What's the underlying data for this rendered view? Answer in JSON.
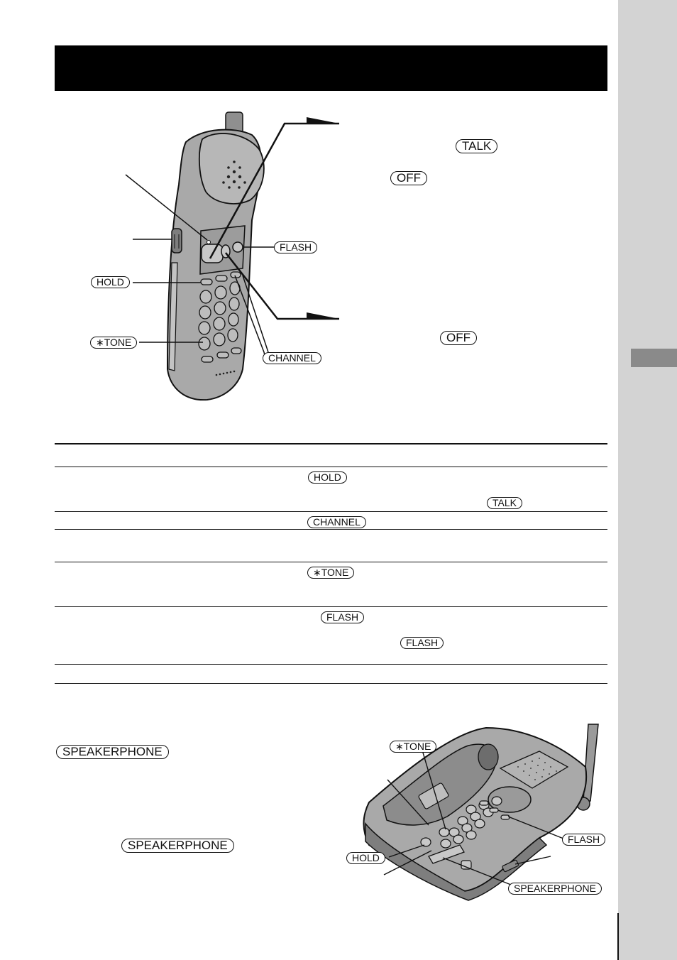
{
  "handset_callouts": {
    "talk": "TALK",
    "off_top": "OFF",
    "flash": "FLASH",
    "hold": "HOLD",
    "tone": "∗TONE",
    "channel": "CHANNEL",
    "off_bottom": "OFF"
  },
  "table": {
    "hold": "HOLD",
    "talk": "TALK",
    "channel": "CHANNEL",
    "tone": "∗TONE",
    "flash_1": "FLASH",
    "flash_2": "FLASH"
  },
  "speakerphone": {
    "label_1": "SPEAKERPHONE",
    "label_2": "SPEAKERPHONE"
  },
  "base_callouts": {
    "tone": "∗TONE",
    "flash": "FLASH",
    "hold": "HOLD",
    "speakerphone": "SPEAKERPHONE"
  },
  "colors": {
    "title_bar": "#000000",
    "side_strip": "#d3d3d3",
    "side_tab": "#8a8a8a",
    "phone_body": "#a9a9a9",
    "phone_dark": "#7e7e7e"
  }
}
